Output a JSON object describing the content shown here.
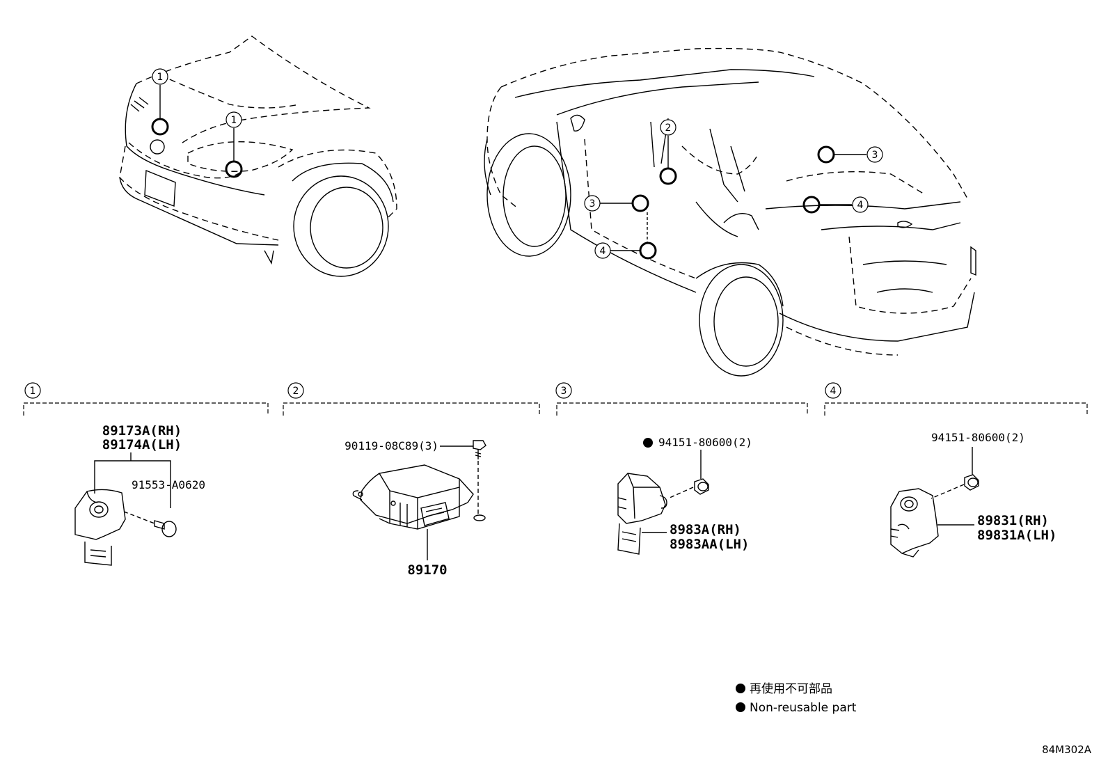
{
  "callouts": [
    "1",
    "2",
    "3",
    "4"
  ],
  "groups": [
    {
      "number": "1",
      "labels": [
        "89173A(RH)",
        "89174A(LH)"
      ],
      "fastener": "91553-A0620"
    },
    {
      "number": "2",
      "fastener": "90119-08C89(3)",
      "label": "89170"
    },
    {
      "number": "3",
      "fastener": "94151-80600(2)",
      "labels": [
        "8983A(RH)",
        "8983AA(LH)"
      ]
    },
    {
      "number": "4",
      "fastener": "94151-80600(2)",
      "labels": [
        "89831(RH)",
        "89831A(LH)"
      ]
    }
  ],
  "legend": {
    "jp": "再使用不可部品",
    "en": "Non-reusable part"
  },
  "illustration_code": "84M302A"
}
